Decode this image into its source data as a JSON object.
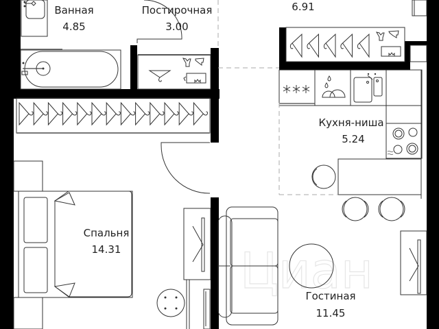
{
  "plan": {
    "rooms": [
      {
        "id": "bathroom",
        "name": "Ванная",
        "area": "4.85"
      },
      {
        "id": "laundry",
        "name": "Постирочная",
        "area": "3.00"
      },
      {
        "id": "hallway",
        "name": "",
        "area": "6.91"
      },
      {
        "id": "kitchen",
        "name": "Кухня-ниша",
        "area": "5.24"
      },
      {
        "id": "bedroom",
        "name": "Спальня",
        "area": "14.31"
      },
      {
        "id": "living",
        "name": "Гостиная",
        "area": "11.45"
      }
    ],
    "watermark": "Циан",
    "colors": {
      "wall": "#000000",
      "line": "#333333",
      "background": "#ffffff",
      "dash": "#aaaaaa"
    }
  }
}
